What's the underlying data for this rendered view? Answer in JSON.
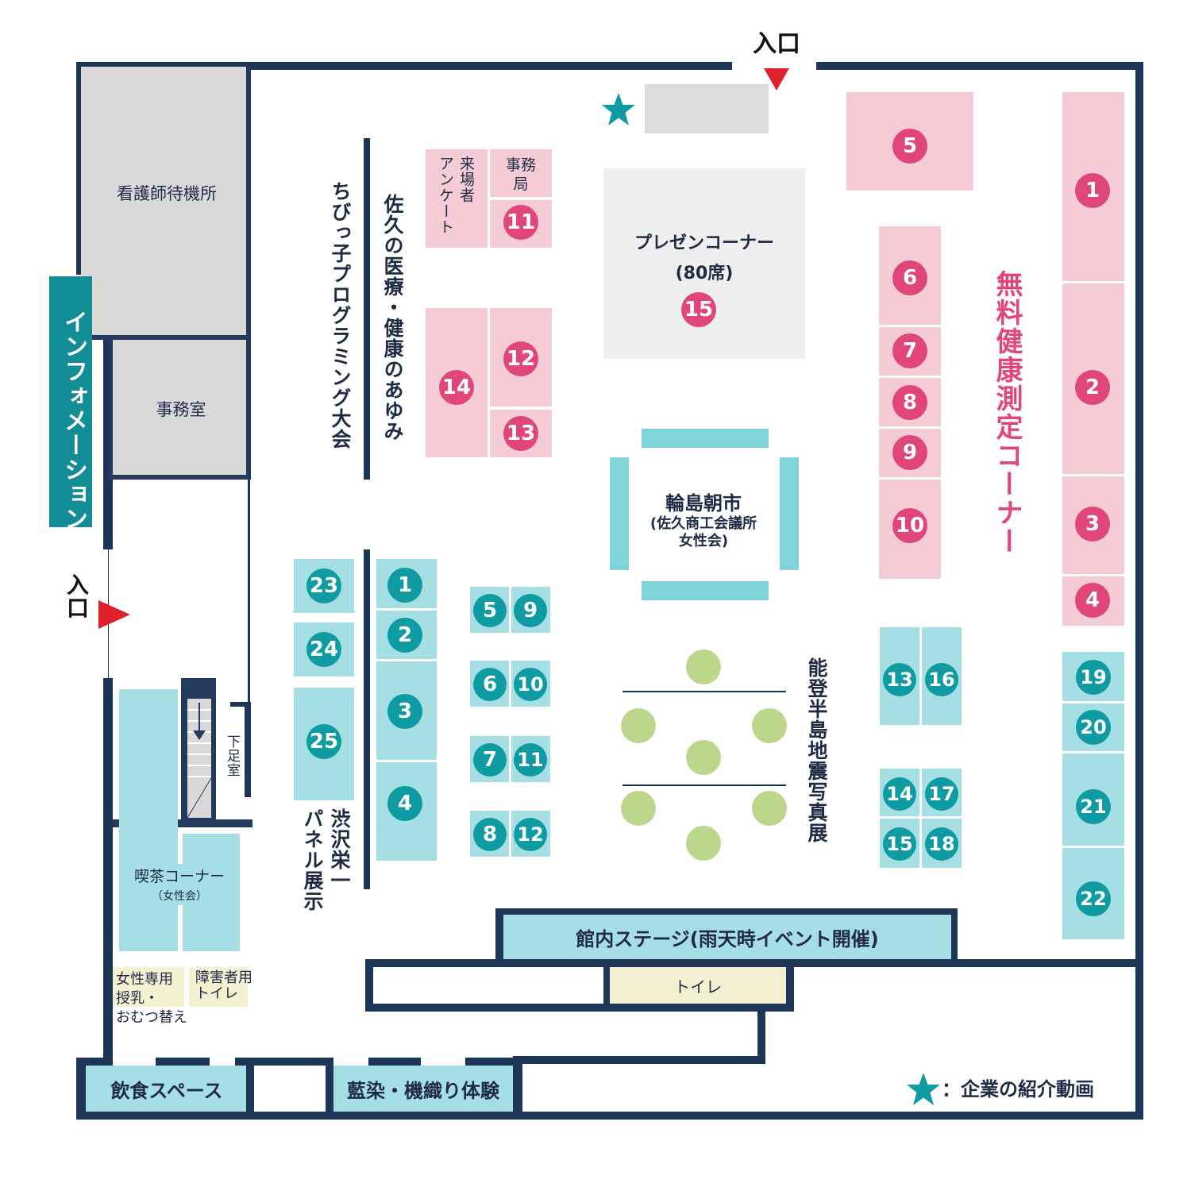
{
  "colors": {
    "wall": "#1d3557",
    "pink_booth": "#f5ccd6",
    "pink_number": "#e0457b",
    "teal_booth": "#a6dfe3",
    "teal_number": "#0e9ba2",
    "grey_room": "#d9d9d9",
    "entrance_arrow": "#e0202a",
    "info_band": "#138d95"
  },
  "entrances": {
    "top": "入口",
    "left": "入口"
  },
  "rooms": {
    "nurse": "看護師待機所",
    "office": "事務室",
    "information": "インフォメーション",
    "cafe": "喫茶コーナー",
    "cafe_sub": "（女性会）",
    "women_room": "女性専用\n授乳・\nおむつ替え",
    "accessible_toilet": "障害者用\nトイレ",
    "shoe_room": "下足室",
    "food_space": "飲食スペース",
    "indigo": "藍染・機織り体験",
    "toilet": "トイレ",
    "stage": "館内ステージ(雨天時イベント開催)"
  },
  "vertical_labels": {
    "chibikko": "ちびっ子プログラミング大会",
    "saku_iryo": "佐久の医療・健康のあゆみ",
    "shibusawa": "渋沢栄一\nパネル展示",
    "noto": "能登半島地震写真展",
    "health": "無料健康測定コーナー"
  },
  "pink_booths": {
    "survey": "来場者\nアンケート",
    "jimukyoku": "事務\n局",
    "presen": "プレゼンコーナー",
    "presen_seats": "(80席)",
    "n1": "1",
    "n2": "2",
    "n3": "3",
    "n4": "4",
    "n5": "5",
    "n6": "6",
    "n7": "7",
    "n8": "8",
    "n9": "9",
    "n10": "10",
    "n11": "11",
    "n12": "12",
    "n13": "13",
    "n14": "14",
    "n15": "15"
  },
  "wajima": {
    "title": "輪島朝市",
    "sub1": "(佐久商工会議所",
    "sub2": "女性会)"
  },
  "teal_booths": {
    "t1": "1",
    "t2": "2",
    "t3": "3",
    "t4": "4",
    "t5": "5",
    "t6": "6",
    "t7": "7",
    "t8": "8",
    "t9": "9",
    "t10": "10",
    "t11": "11",
    "t12": "12",
    "t13": "13",
    "t14": "14",
    "t15": "15",
    "t16": "16",
    "t17": "17",
    "t18": "18",
    "t19": "19",
    "t20": "20",
    "t21": "21",
    "t22": "22",
    "t23": "23",
    "t24": "24",
    "t25": "25"
  },
  "legend": {
    "icon": "star-icon",
    "text": "：企業の紹介動画"
  }
}
